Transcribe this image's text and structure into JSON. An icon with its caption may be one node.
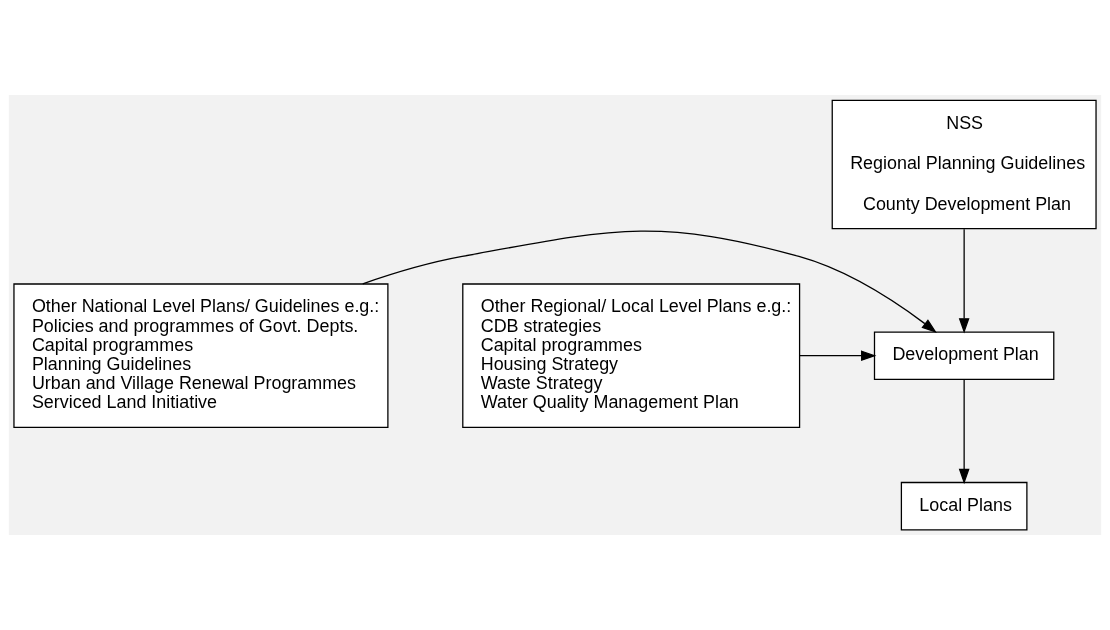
{
  "diagram": {
    "nodes": [
      {
        "text": [
          "Other National Level Plans/ Guidelines e.g.:",
          "Policies and programmes of Govt. Depts.",
          "Capital programmes",
          "Planning Guidelines",
          "Urban and Village Renewal Programmes",
          "Serviced Land Initiative"
        ]
      },
      {
        "text": [
          "NSS",
          "Regional Planning Guidelines",
          "County Development Plan"
        ]
      },
      {
        "text": [
          "Other Regional/ Local Level Plans e.g.:",
          "CDB strategies",
          "Capital programmes",
          "Housing Strategy",
          "Waste Strategy",
          "Water Quality Management Plan"
        ]
      },
      {
        "text": [
          "Development Plan"
        ]
      },
      {
        "text": [
          "Local Plans"
        ]
      }
    ],
    "edges": [
      {
        "from": 1,
        "to": 3,
        "arrow": "to"
      },
      {
        "from": 0,
        "to": 3,
        "arrow": "to"
      },
      {
        "from": 2,
        "to": 3,
        "arrow": "to"
      },
      {
        "from": 3,
        "to": 4,
        "arrow": "to"
      }
    ]
  }
}
